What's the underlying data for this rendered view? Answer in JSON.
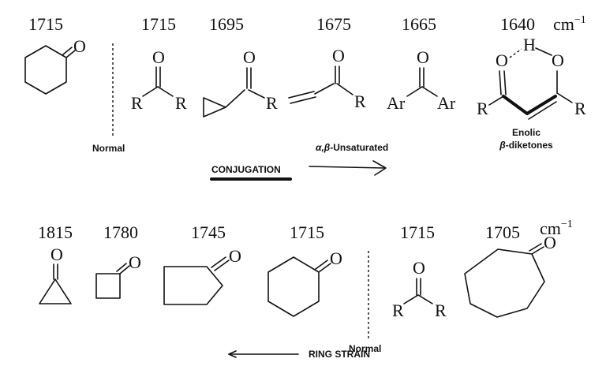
{
  "top_row": {
    "freq_cyclohexanone": "1715",
    "freq_ketone": "1715",
    "freq_cyclopropyl_ketone": "1695",
    "freq_vinyl_ketone": "1675",
    "freq_diaryl_ketone": "1665",
    "freq_enol": "1640",
    "unit": "cm",
    "unit_sup": "−1",
    "normal_label": "Normal",
    "ab_prefix": "α,β",
    "ab_suffix": "-Unsaturated",
    "enolic_line1": "Enolic",
    "enolic_prefix": "β",
    "enolic_suffix": "-diketones",
    "conjugation_label": "CONJUGATION"
  },
  "bottom_row": {
    "freq_cyclopropanone": "1815",
    "freq_cyclobutanone": "1780",
    "freq_cyclopentanone": "1745",
    "freq_cyclohexanone": "1715",
    "freq_ketone": "1715",
    "freq_cycloheptanone": "1705",
    "unit": "cm",
    "unit_sup": "−1",
    "normal_label": "Normal",
    "ring_strain_label": "RING STRAIN"
  },
  "atoms": {
    "oxygen": "O",
    "r_group": "R",
    "aryl": "Ar",
    "hydrogen": "H"
  }
}
